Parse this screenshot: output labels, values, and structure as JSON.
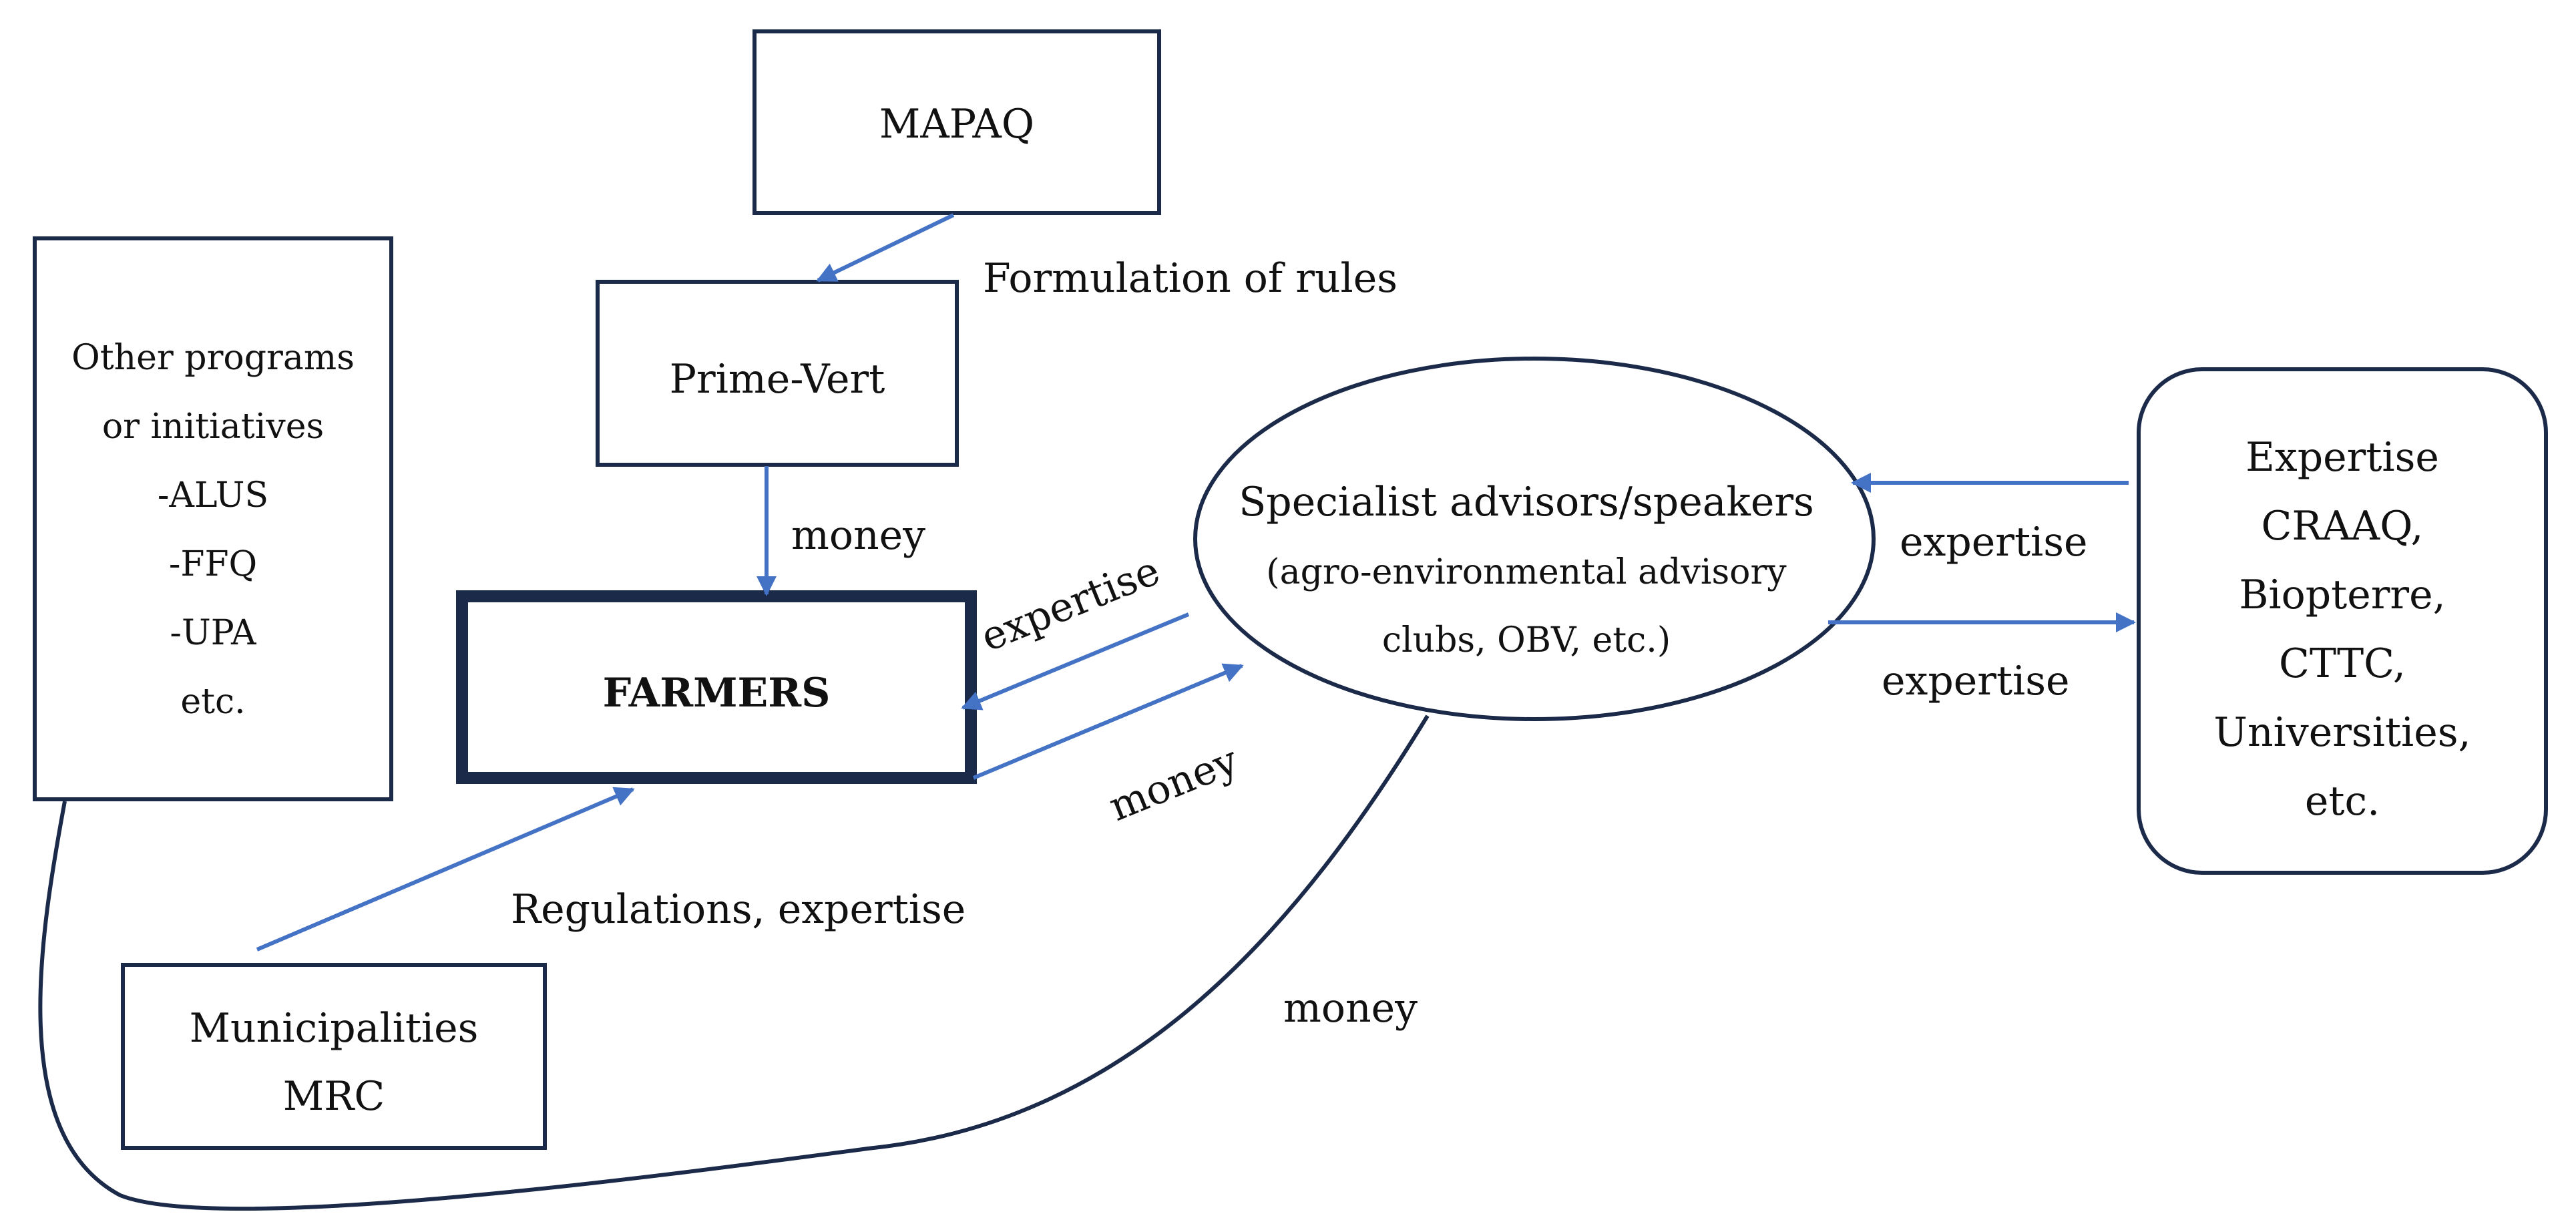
{
  "colors": {
    "node_stroke": "#1c2a4a",
    "arrow": "#4472c4",
    "text": "#111111"
  },
  "nodes": {
    "mapaq": "MAPAQ",
    "prime_vert": "Prime-Vert",
    "farmers": "FARMERS",
    "other_programs": [
      "Other programs",
      "or initiatives",
      "-ALUS",
      "-FFQ",
      "-UPA",
      "etc."
    ],
    "municipalities": [
      "Municipalities",
      "MRC"
    ],
    "specialists": [
      "Specialist advisors/speakers",
      "(agro-environmental advisory",
      "clubs, OBV, etc.)"
    ],
    "expertise_sources": [
      "Expertise",
      "CRAAQ,",
      "Biopterre,",
      "CTTC,",
      "Universities,",
      "etc."
    ]
  },
  "edges": {
    "mapaq_to_primevert": "Formulation of rules",
    "primevert_to_farmers": "money",
    "specialists_to_farmers": "expertise",
    "farmers_to_specialists": "money",
    "municipalities_to_farmers": "Regulations, expertise",
    "programs_to_specialists": "money",
    "sources_to_specialists": "expertise",
    "specialists_to_sources": "expertise"
  }
}
